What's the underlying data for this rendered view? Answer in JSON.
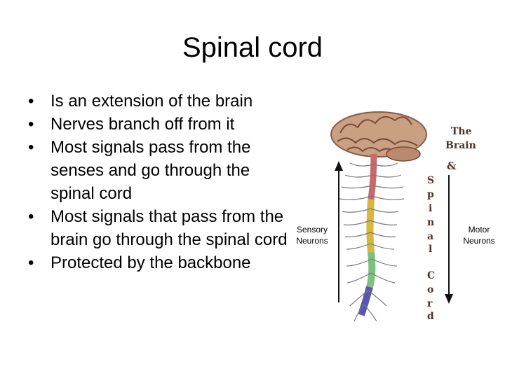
{
  "slide": {
    "title": "Spinal cord",
    "bullets": [
      "Is an extension of the brain",
      "Nerves branch off from it",
      "Most signals pass from the senses and go through the spinal cord",
      "Most signals that pass from the brain go through the spinal cord",
      "Protected by the backbone"
    ]
  },
  "figure": {
    "sensory_label_line1": "Sensory",
    "sensory_label_line2": "Neurons",
    "motor_label_line1": "Motor",
    "motor_label_line2": "Neurons",
    "image_text_the": "The",
    "image_text_brain": "Brain",
    "image_text_amp": "&",
    "image_text_spinal": [
      "S",
      "p",
      "i",
      "n",
      "a",
      "l"
    ],
    "image_text_cord": [
      "C",
      "o",
      "r",
      "d"
    ],
    "colors": {
      "brain": "#c99a7a",
      "cervical": "#d98a8a",
      "thoracic": "#e5c84a",
      "lumbar": "#8fc98f",
      "sacral": "#6a64b8",
      "arrow": "#111111"
    }
  }
}
